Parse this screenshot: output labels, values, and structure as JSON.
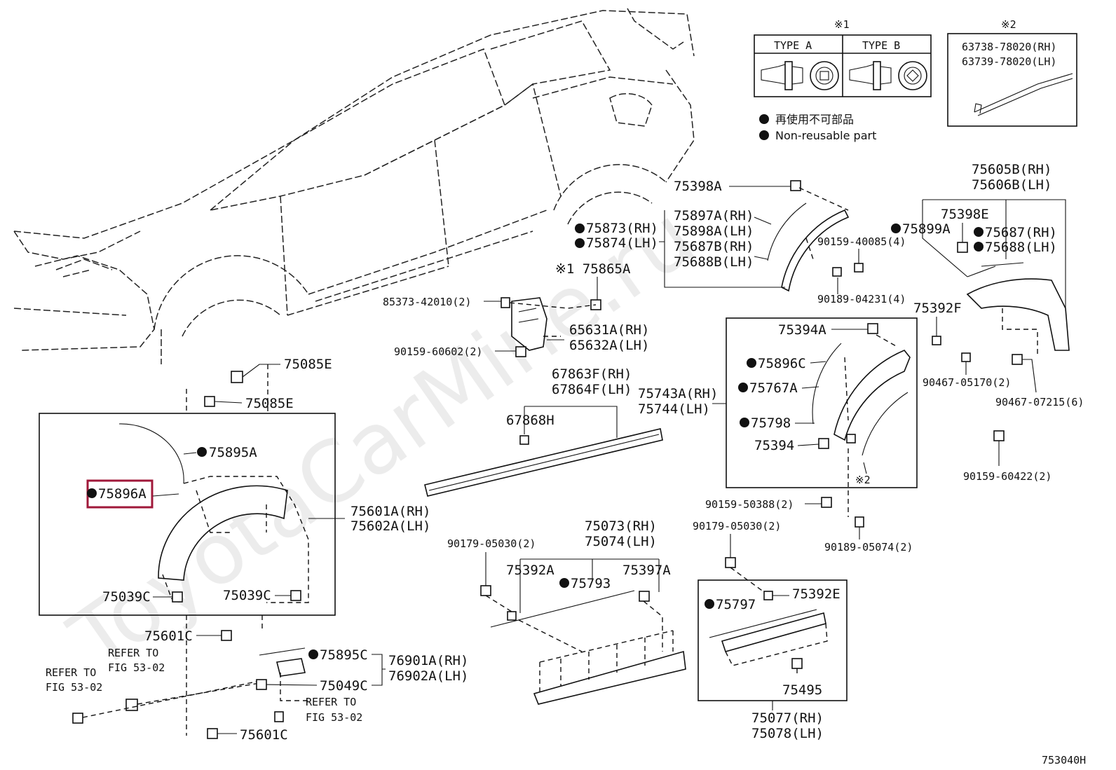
{
  "diagram_id": "753040H",
  "highlight": {
    "part": "75896A",
    "color": "#a0183a"
  },
  "watermark": "ToyotaCarMine.ru",
  "legend": {
    "mark1": "※1",
    "mark2": "※2",
    "type_a": "TYPE A",
    "type_b": "TYPE B",
    "note2_line1": "63738-78020(RH)",
    "note2_line2": "63739-78020(LH)",
    "nonreusable_jp": "再使用不可部品",
    "nonreusable_en": "Non-reusable part"
  },
  "labels": {
    "p75398A": "75398A",
    "p75897A": "75897A(RH)",
    "p75898A": "75898A(LH)",
    "p75687B": "75687B(RH)",
    "p75688B": "75688B(LH)",
    "p75873": "75873(RH)",
    "p75874": "75874(LH)",
    "p75865A": "※1 75865A",
    "p85373": "85373-42010(2)",
    "p65631A": "65631A(RH)",
    "p65632A": "65632A(LH)",
    "p90159_60602": "90159-60602(2)",
    "p90159_40085": "90159-40085(4)",
    "p90189_04231": "90189-04231(4)",
    "p75605B": "75605B(RH)",
    "p75606B": "75606B(LH)",
    "p75398E": "75398E",
    "p75899A": "75899A",
    "p75687": "75687(RH)",
    "p75688": "75688(LH)",
    "p75392F": "75392F",
    "p90467_05170": "90467-05170(2)",
    "p90467_07215": "90467-07215(6)",
    "p90159_60422": "90159-60422(2)",
    "p75394A": "75394A",
    "p75896C": "75896C",
    "p75767A": "75767A",
    "p75798": "75798",
    "p75394": "75394",
    "mark2_b": "※2",
    "p75743A": "75743A(RH)",
    "p75744": "75744(LH)",
    "p67863F": "67863F(RH)",
    "p67864F": "67864F(LH)",
    "p67868H": "67868H",
    "p75085E_a": "75085E",
    "p75085E_b": "75085E",
    "p75895A": "75895A",
    "p75896A": "75896A",
    "p75601A": "75601A(RH)",
    "p75602A": "75602A(LH)",
    "p75039C_a": "75039C",
    "p75039C_b": "75039C",
    "p75601C_a": "75601C",
    "p75601C_b": "75601C",
    "p75895C": "75895C",
    "p76901A": "76901A(RH)",
    "p76902A": "76902A(LH)",
    "p75049C": "75049C",
    "refer1_a": "REFER TO",
    "refer1_b": "FIG 53-02",
    "refer2_a": "REFER TO",
    "refer2_b": "FIG 53-02",
    "refer3_a": "REFER TO",
    "refer3_b": "FIG 53-02",
    "p75073": "75073(RH)",
    "p75074": "75074(LH)",
    "p90179_a": "90179-05030(2)",
    "p90179_b": "90179-05030(2)",
    "p75392A": "75392A",
    "p75793": "75793",
    "p75397A": "75397A",
    "p90159_50388": "90159-50388(2)",
    "p90189_05074": "90189-05074(2)",
    "p75797": "75797",
    "p75392E": "75392E",
    "p75495": "75495",
    "p75077": "75077(RH)",
    "p75078": "75078(LH)"
  }
}
